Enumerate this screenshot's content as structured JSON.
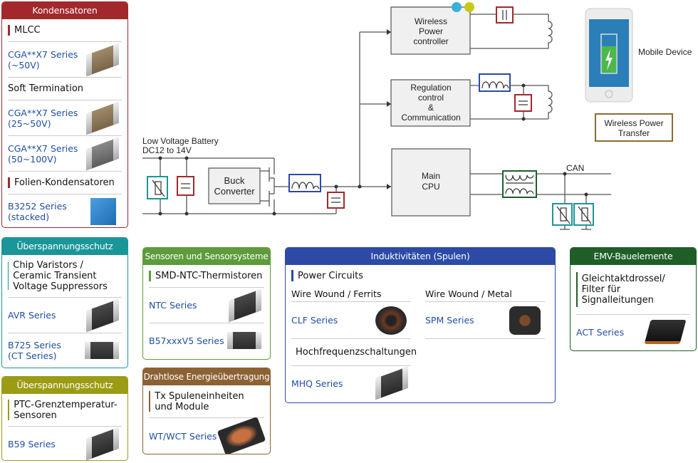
{
  "diagram": {
    "battery_label_1": "Low Voltage Battery",
    "battery_label_2": "DC12 to 14V",
    "buck_1": "Buck",
    "buck_2": "Converter",
    "wpc_1": "Wireless",
    "wpc_2": "Power",
    "wpc_3": "controller",
    "reg_1": "Regulation",
    "reg_2": "control",
    "reg_3": "&",
    "reg_4": "Communication",
    "cpu_1": "Main",
    "cpu_2": "CPU",
    "can": "CAN",
    "mobile": "Mobile Device",
    "wpt_1": "Wireless Power",
    "wpt_2": "Transfer"
  },
  "colors": {
    "kondensatoren": "#a3282c",
    "teal": "#1a9699",
    "olive": "#9c9c14",
    "sensor": "#5d9b3b",
    "wireless": "#8c6234",
    "induct": "#2c4aa6",
    "emv": "#1f5e27",
    "link": "#1f4fa0",
    "wpt": "#8c6a32"
  },
  "kondensatoren": {
    "title": "Kondensatoren",
    "mlcc": "MLCC",
    "i1a": "CGA**X7 Series",
    "i1b": "(~50V)",
    "soft": "Soft Termination",
    "i2a": "CGA**X7 Series",
    "i2b": "(25~50V)",
    "i3a": "CGA**X7 Series",
    "i3b": "(50~100V)",
    "folien": "Folien-Kondensatoren",
    "i4a": "B3252 Series",
    "i4b": "(stacked)"
  },
  "ueber1": {
    "title": "Überspannungsschutz",
    "sec": "Chip Varistors / Ceramic Transient Voltage Suppressors",
    "i1": "AVR Series",
    "i2a": "B725 Series",
    "i2b": "(CT Series)"
  },
  "ueber2": {
    "title": "Überspannungsschutz",
    "sec": "PTC-Grenztemperatur-Sensoren",
    "i1": "B59 Series"
  },
  "sensor": {
    "title": "Sensoren und Sensorsysteme",
    "sec": "SMD-NTC-Thermistoren",
    "i1": "NTC Series",
    "i2": "B57xxxV5 Series"
  },
  "wireless": {
    "title": "Drahtlose Energieübertragung",
    "sec": "Tx Spuleneinheiten und Module",
    "i1": "WT/WCT Series"
  },
  "induct": {
    "title": "Induktivitäten (Spulen)",
    "sec1": "Power Circuits",
    "sub1": "Wire Wound / Ferrits",
    "sub2": "Wire Wound / Metal",
    "i1": "CLF Series",
    "i2": "SPM Series",
    "sec2": "Hochfrequenzschaltungen",
    "i3": "MHQ Series"
  },
  "emv": {
    "title": "EMV-Bauelemente",
    "sec": "Gleichtaktdrossel/ Filter für Signalleitungen",
    "i1": "ACT Series"
  }
}
